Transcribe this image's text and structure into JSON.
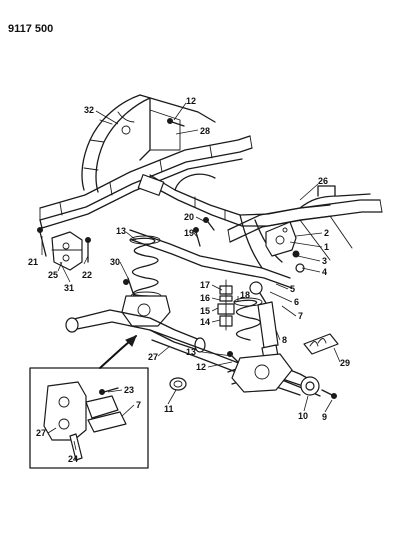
{
  "diagram_id": "9117 500",
  "callouts": [
    {
      "label": "32"
    },
    {
      "label": "12"
    },
    {
      "label": "28"
    },
    {
      "label": "26"
    },
    {
      "label": "2"
    },
    {
      "label": "1"
    },
    {
      "label": "3"
    },
    {
      "label": "4"
    },
    {
      "label": "5"
    },
    {
      "label": "6"
    },
    {
      "label": "7"
    },
    {
      "label": "8"
    },
    {
      "label": "20"
    },
    {
      "label": "19"
    },
    {
      "label": "13"
    },
    {
      "label": "30"
    },
    {
      "label": "21"
    },
    {
      "label": "25"
    },
    {
      "label": "31"
    },
    {
      "label": "22"
    },
    {
      "label": "17"
    },
    {
      "label": "16"
    },
    {
      "label": "15"
    },
    {
      "label": "14"
    },
    {
      "label": "18"
    },
    {
      "label": "13"
    },
    {
      "label": "12"
    },
    {
      "label": "27"
    },
    {
      "label": "29"
    },
    {
      "label": "11"
    },
    {
      "label": "10"
    },
    {
      "label": "9"
    },
    {
      "label": "23"
    },
    {
      "label": "7"
    },
    {
      "label": "27"
    },
    {
      "label": "24"
    }
  ]
}
